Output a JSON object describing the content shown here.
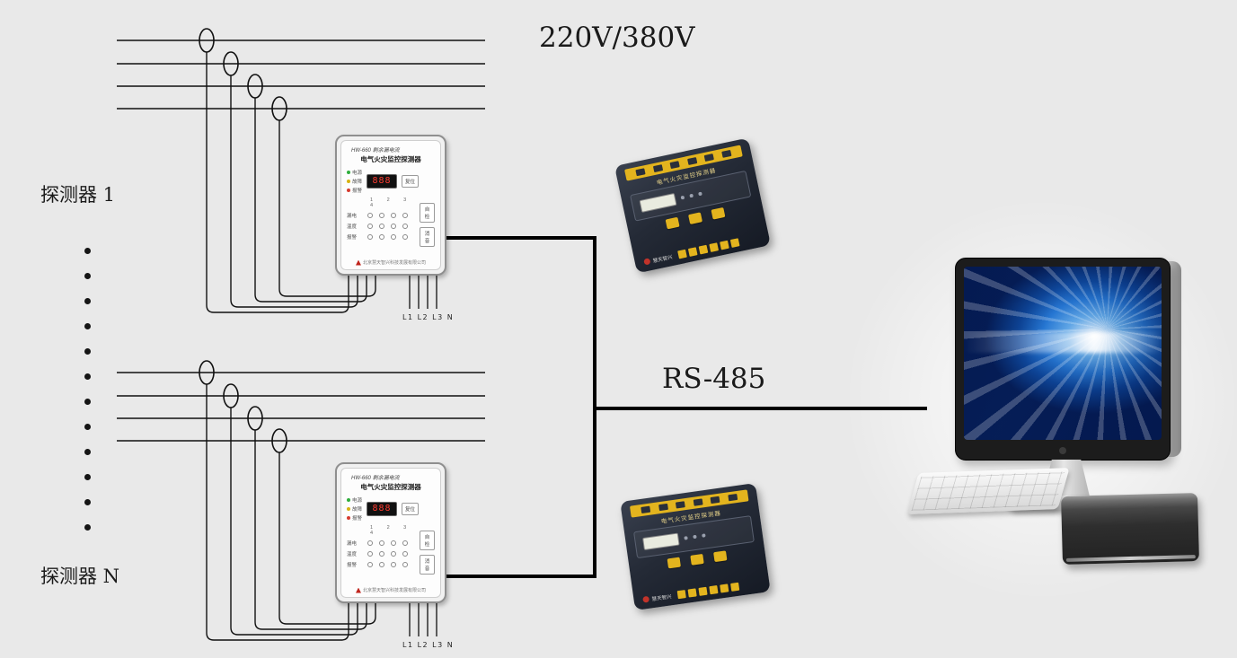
{
  "labels": {
    "voltage": "220V/380V",
    "bus": "RS-485",
    "detector_first": "探测器 1",
    "detector_last": "探测器 N",
    "phases_1": "L1 L2 L3 N",
    "phases_2": "L1 L2 L3 N"
  },
  "detector": {
    "model": "HW-660 剩余漏电流",
    "title": "电气火灾监控探测器",
    "display": "888",
    "leds": {
      "power": "电源",
      "fault": "故障",
      "alarm": "报警"
    },
    "buttons": {
      "reset": "复位",
      "test": "自检",
      "mute": "消音"
    },
    "rows": {
      "r1": "漏电",
      "r2": "温度",
      "r3": "报警"
    },
    "channels": "1 2 3 4",
    "brand": "北京慧天智兴科技发展有限公司"
  },
  "module": {
    "title": "电气火灾监控探测器",
    "brand": "慧天智兴"
  },
  "colors": {
    "background": "#e9e9e9",
    "line": "#111111",
    "bus_line": "#000000",
    "module_yellow": "#e3b41e",
    "module_body": "#20252f",
    "screen_blue": "#1e6fd0"
  }
}
